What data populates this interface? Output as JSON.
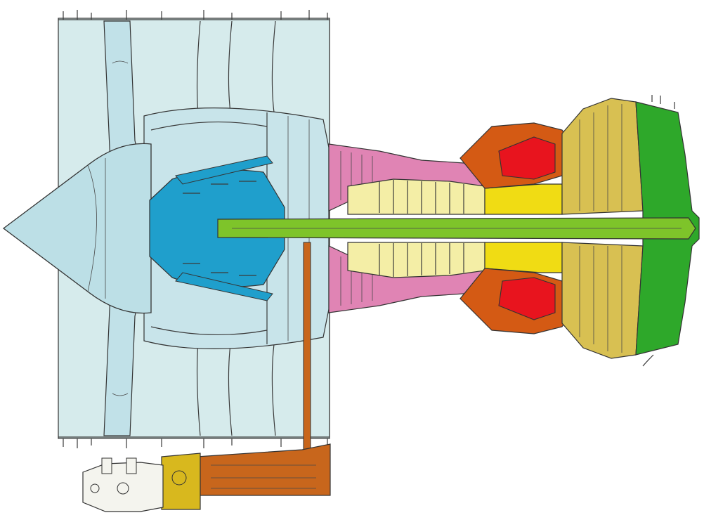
{
  "title": "",
  "colors": {
    "background": "#ffffff",
    "fan_duct": "#d6ebec",
    "fan_blades": "#c1e1e8",
    "spinner": "#bcdfe6",
    "lp_compressor": "#1f9fcc",
    "ip_compressor": "#e084b4",
    "hp_compressor": "#f4eea6",
    "hp_compressor_rear": "#f0dc14",
    "combustor_casing": "#d45a14",
    "combustor": "#e8141e",
    "hp_turbine": "#d8c052",
    "lp_turbine": "#2ea82a",
    "shaft": "#7ec42a",
    "gearbox": "#c8661c",
    "accessory_gearbox": "#d8b81e",
    "accessories": "#f4f4ee",
    "outline": "#333333"
  },
  "components": [
    {
      "name": "fan-spinner",
      "color_key": "spinner"
    },
    {
      "name": "fan-blades",
      "color_key": "fan_blades"
    },
    {
      "name": "fan-duct",
      "color_key": "fan_duct"
    },
    {
      "name": "lp-compressor",
      "color_key": "lp_compressor"
    },
    {
      "name": "ip-compressor",
      "color_key": "ip_compressor"
    },
    {
      "name": "hp-compressor",
      "color_key": "hp_compressor"
    },
    {
      "name": "combustor",
      "color_key": "combustor"
    },
    {
      "name": "hp-turbine",
      "color_key": "hp_turbine"
    },
    {
      "name": "lp-turbine",
      "color_key": "lp_turbine"
    },
    {
      "name": "main-shaft",
      "color_key": "shaft"
    },
    {
      "name": "radial-drive-shaft",
      "color_key": "gearbox"
    },
    {
      "name": "accessory-gearbox",
      "color_key": "gearbox"
    },
    {
      "name": "starter-unit",
      "color_key": "accessory_gearbox"
    },
    {
      "name": "accessory-units",
      "color_key": "accessories"
    }
  ]
}
